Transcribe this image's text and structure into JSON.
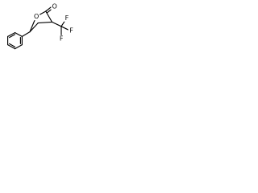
{
  "structure": {
    "line_color": "#000000",
    "background_color": "#ffffff",
    "atom_labels": {
      "carbonyl_oxygen": "O",
      "ring_oxygen": "O",
      "fluorine_top": "F",
      "fluorine_right": "F",
      "fluorine_bottom": "F"
    }
  }
}
